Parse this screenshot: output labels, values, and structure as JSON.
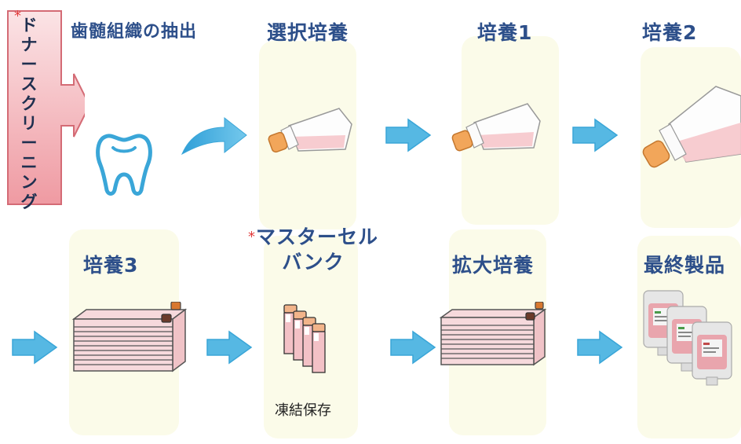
{
  "donor": {
    "asterisk": "*",
    "label": "ドナースクリーニング"
  },
  "steps": {
    "extraction": "歯髄組織の抽出",
    "selective": "選択培養",
    "culture1": "培養1",
    "culture2": "培養2",
    "culture3": "培養3",
    "mcb_asterisk": "*",
    "mcb_line1": "マスターセル",
    "mcb_line2": "バンク",
    "expansion": "拡大培養",
    "final": "最終製品"
  },
  "captions": {
    "frozen": "凍結保存"
  },
  "colors": {
    "title": "#2d4f8a",
    "arrow": "#4bb3e0",
    "panel": "#fbfbe9",
    "donor_box": "#f3b3b8",
    "asterisk": "#e23b3b"
  },
  "icons": [
    "tooth-icon",
    "flask-icon",
    "multilayer-flask-icon",
    "cryovial-icon",
    "cell-bag-icon",
    "right-arrow-icon",
    "curved-arrow-icon"
  ]
}
